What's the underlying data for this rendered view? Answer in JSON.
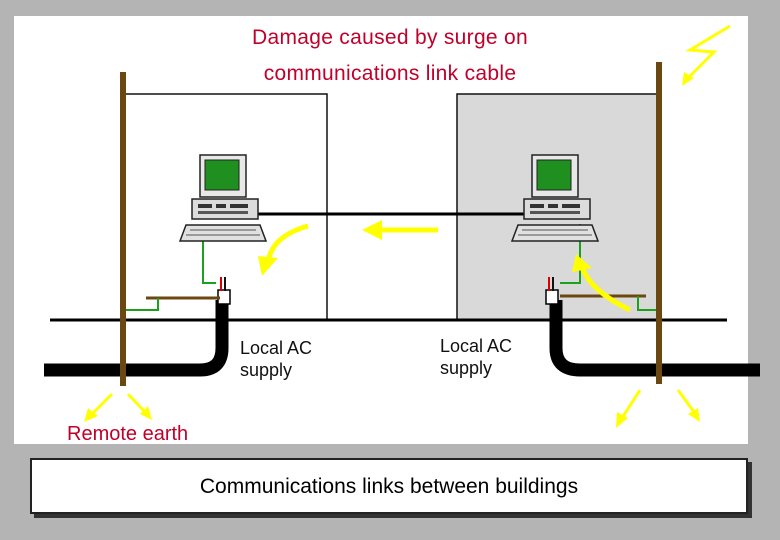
{
  "title": {
    "line1": "Damage caused by surge on",
    "line2": "communications link cable"
  },
  "labels": {
    "local_ac_supply_left": "Local AC\nsupply",
    "local_ac_supply_right": "Local AC\nsupply",
    "remote_earth": "Remote earth"
  },
  "caption": "Communications links between buildings",
  "colors": {
    "frame": "#b4b4b4",
    "title_red": "#c0002a",
    "earth_pole_brown": "#6b4712",
    "arrow_yellow": "#ffff00",
    "earth_wire_green": "#1aa31a",
    "building_right_fill": "#d9d9d9",
    "monitor_screen": "#1f8f1f"
  },
  "icons": [
    "computer-icon-left",
    "computer-icon-right",
    "lightning-icon",
    "surge-arrow-icon"
  ]
}
